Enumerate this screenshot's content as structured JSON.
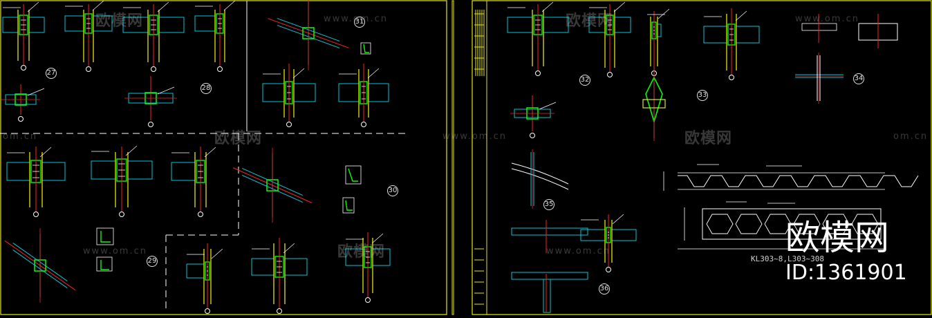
{
  "watermark": {
    "brand": "欧模网",
    "url": "www.om.cn",
    "url_short": "om.cn"
  },
  "overlay": {
    "brand": "欧模网",
    "id": "ID:1361901",
    "beam_caption": "KL303~8,L303~308"
  },
  "detail_numbers": [
    "27",
    "28",
    "29",
    "30",
    "31",
    "32",
    "33",
    "34",
    "35",
    "36"
  ],
  "colors": {
    "background": "#000000",
    "frame": "#e8e800",
    "column": "#e8e800",
    "beam": "#00c8d8",
    "plate": "#00ff00",
    "axis": "#ff2020",
    "dim": "#ffffff",
    "leader": "#ffffff"
  }
}
